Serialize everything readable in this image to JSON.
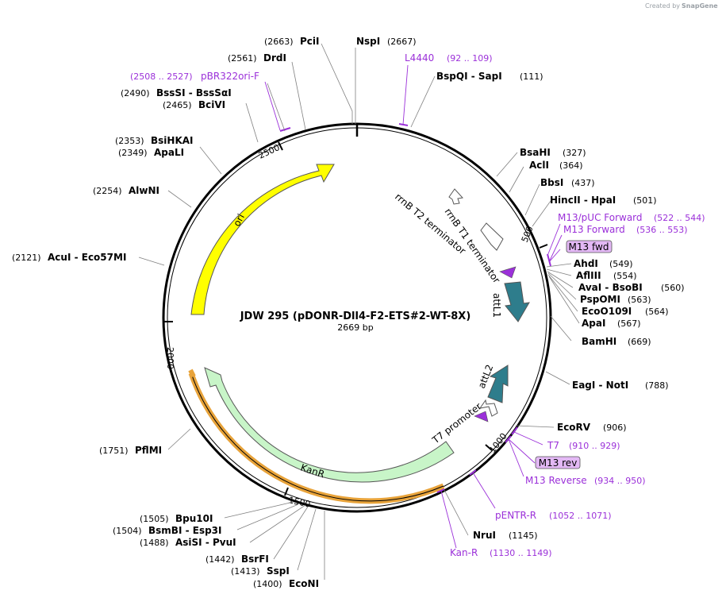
{
  "credit": {
    "text": "Created by",
    "brand": "SnapGene"
  },
  "plasmid": {
    "name": "JDW 295 (pDONR-Dll4-F2-ETS#2-WT-8X)",
    "size": "2669 bp"
  },
  "ticks": [
    "500",
    "1000",
    "1500",
    "2000",
    "2500"
  ],
  "features": {
    "ori": "ori",
    "kanr": "KanR",
    "rrnb_t2": "rrnB T2 terminator",
    "rrnb_t1": "rrnB T1 terminator",
    "attl1": "attL1",
    "attl2": "attL2",
    "t7_promoter": "T7 promoter"
  },
  "sites": {
    "pcii": {
      "name": "PciI",
      "pos": "(2663)"
    },
    "nspi": {
      "name": "NspI",
      "pos": "(2667)"
    },
    "drdi": {
      "name": "DrdI",
      "pos": "(2561)"
    },
    "bssi": {
      "name": "BssSI  -  BssSαI",
      "pos": "(2490)"
    },
    "bcivi": {
      "name": "BciVI",
      "pos": "(2465)"
    },
    "bsihkai": {
      "name": "BsiHKAI",
      "pos": "(2353)"
    },
    "apali": {
      "name": "ApaLI",
      "pos": "(2349)"
    },
    "alwni": {
      "name": "AlwNI",
      "pos": "(2254)"
    },
    "acui": {
      "name": "AcuI  -  Eco57MI",
      "pos": "(2121)"
    },
    "pflmi": {
      "name": "PflMI",
      "pos": "(1751)"
    },
    "bpu10i": {
      "name": "Bpu10I",
      "pos": "(1505)"
    },
    "bsmbi": {
      "name": "BsmBI  -  Esp3I",
      "pos": "(1504)"
    },
    "asisi": {
      "name": "AsiSI  -  PvuI",
      "pos": "(1488)"
    },
    "bsrfi": {
      "name": "BsrFI",
      "pos": "(1442)"
    },
    "sspi": {
      "name": "SspI",
      "pos": "(1413)"
    },
    "econi": {
      "name": "EcoNI",
      "pos": "(1400)"
    },
    "bspqi": {
      "name": "BspQI  -  SapI",
      "pos": "(111)"
    },
    "bsahi": {
      "name": "BsaHI",
      "pos": "(327)"
    },
    "acli": {
      "name": "AclI",
      "pos": "(364)"
    },
    "bbsi": {
      "name": "BbsI",
      "pos": "(437)"
    },
    "hincii": {
      "name": "HincII  -  HpaI",
      "pos": "(501)"
    },
    "ahdi": {
      "name": "AhdI",
      "pos": "(549)"
    },
    "aflii": {
      "name": "AflIII",
      "pos": "(554)"
    },
    "avai": {
      "name": "AvaI  -  BsoBI",
      "pos": "(560)"
    },
    "pspomi": {
      "name": "PspOMI",
      "pos": "(563)"
    },
    "eco0109i": {
      "name": "EcoO109I",
      "pos": "(564)"
    },
    "apai": {
      "name": "ApaI",
      "pos": "(567)"
    },
    "bamhi": {
      "name": "BamHI",
      "pos": "(669)"
    },
    "eagi": {
      "name": "EagI  -  NotI",
      "pos": "(788)"
    },
    "ecorv": {
      "name": "EcoRV",
      "pos": "(906)"
    },
    "nrui": {
      "name": "NruI",
      "pos": "(1145)"
    }
  },
  "primers": {
    "l4440": {
      "name": "L4440",
      "range": "(92 .. 109)"
    },
    "pbr322": {
      "name": "pBR322ori-F",
      "range": "(2508 .. 2527)"
    },
    "m13puc": {
      "name": "M13/pUC Forward",
      "range": "(522 .. 544)"
    },
    "m13fwd_long": {
      "name": "M13 Forward",
      "range": "(536 .. 553)"
    },
    "m13fwd_box": "M13 fwd",
    "t7": {
      "name": "T7",
      "range": "(910 .. 929)"
    },
    "m13rev_box": "M13 rev",
    "m13reverse": {
      "name": "M13 Reverse",
      "range": "(934 .. 950)"
    },
    "pentr": {
      "name": "pENTR-R",
      "range": "(1052 .. 1071)"
    },
    "kanr": {
      "name": "Kan-R",
      "range": "(1130 .. 1149)"
    }
  },
  "colors": {
    "ori": "#ffff00",
    "kanr": "#c8f5c8",
    "kanr_outline": "#e8a33a",
    "att": "#2e7d8c",
    "primer": "#9b30d9",
    "primer_box": "#e3b8f5"
  }
}
